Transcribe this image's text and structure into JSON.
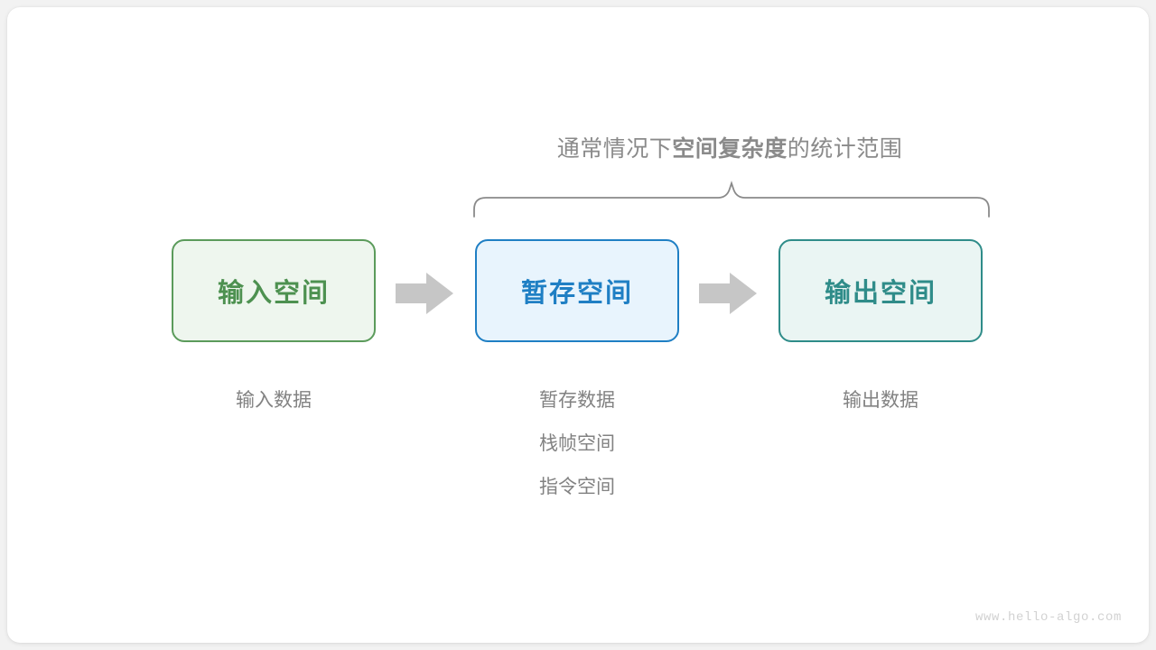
{
  "figure": {
    "heading": {
      "prefix": "通常情况下",
      "emphasis": "空间复杂度",
      "suffix": "的统计范围"
    },
    "boxes": [
      {
        "label": "输入空间",
        "border_color": "#5b9b5b",
        "fill_color": "#eef6ee",
        "text_color": "#4d9150"
      },
      {
        "label": "暂存空间",
        "border_color": "#1f7fc4",
        "fill_color": "#e8f4fd",
        "text_color": "#1f7fc4"
      },
      {
        "label": "输出空间",
        "border_color": "#2f8c89",
        "fill_color": "#eaf5f3",
        "text_color": "#2f8c89"
      }
    ],
    "arrows": [
      {
        "name": "arrow-input-to-temp",
        "color": "#c6c6c6"
      },
      {
        "name": "arrow-temp-to-output",
        "color": "#c6c6c6"
      }
    ],
    "captions": [
      {
        "lines": [
          "输入数据"
        ]
      },
      {
        "lines": [
          "暂存数据",
          "栈帧空间",
          "指令空间"
        ]
      },
      {
        "lines": [
          "输出数据"
        ]
      }
    ],
    "brace": {
      "name": "curly-brace",
      "color": "#8a8a8a",
      "spans_boxes": [
        "暂存空间",
        "输出空间"
      ]
    },
    "watermark": "www.hello-algo.com",
    "colors": {
      "page_background": "#f2f2f2",
      "card_background": "#ffffff",
      "muted_text": "#828282",
      "heading_text": "#8a8a8a",
      "watermark_text": "#d2d2d2"
    }
  }
}
